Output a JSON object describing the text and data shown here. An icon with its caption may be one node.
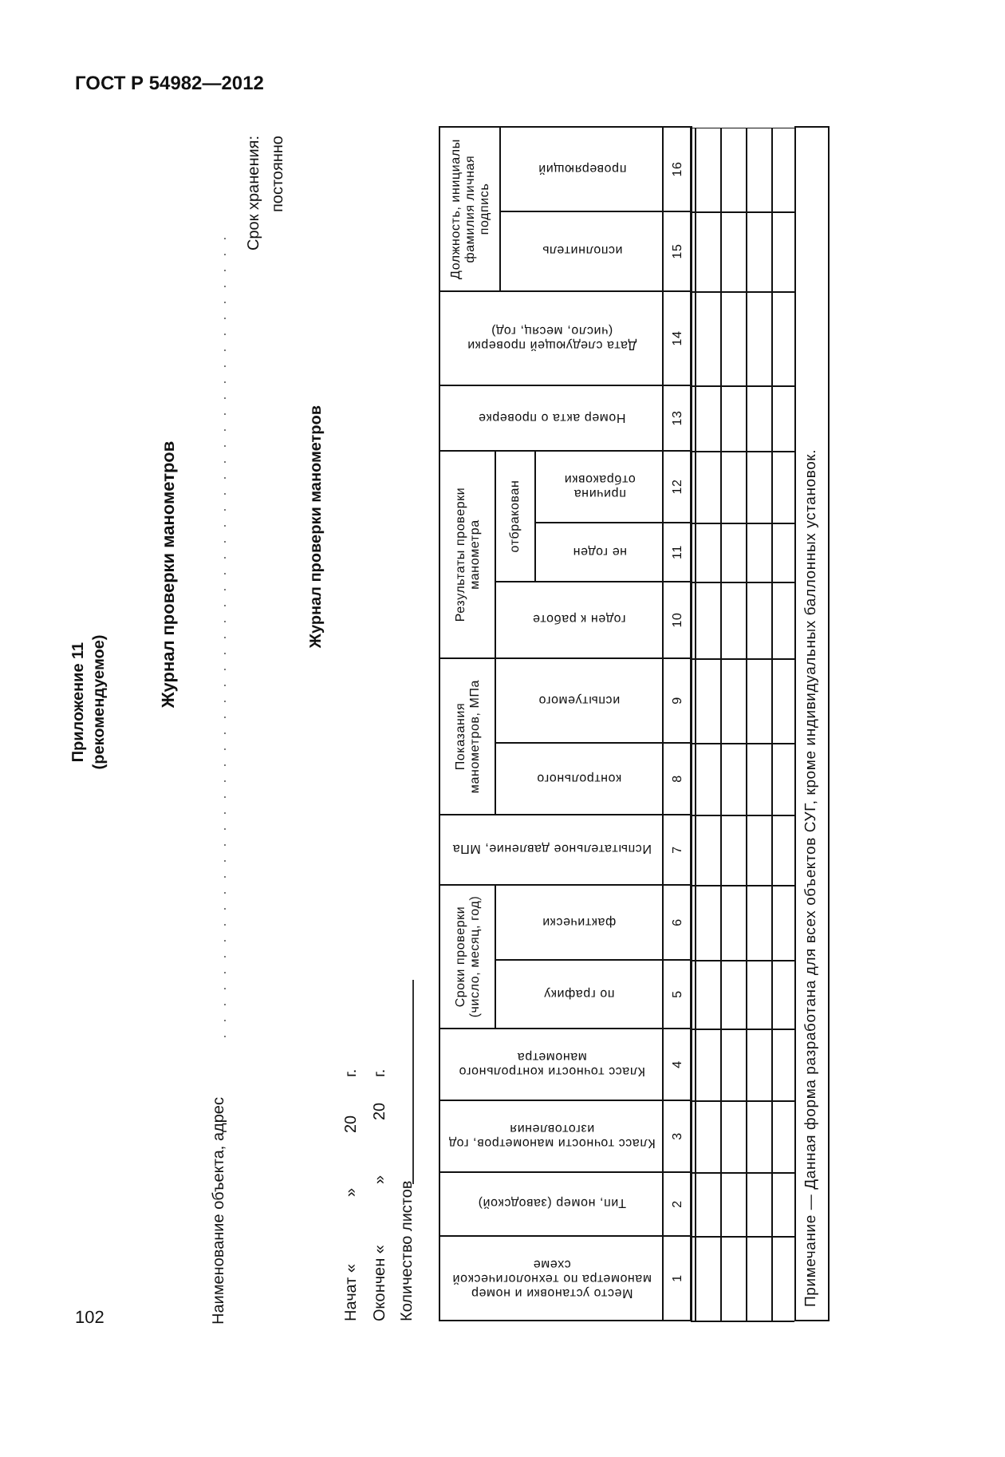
{
  "diagram": {
    "title": "Журнал проверки манометров",
    "labels": [
      "ГОСТ Р 54982—2012",
      "Приложение 11",
      "(рекомендуемое)",
      "Наименование объекта, адрес",
      "Срок хранения:",
      "постоянно",
      "Журнал проверки манометров",
      "Начат «",
      "»",
      "20",
      "г.",
      "Окончен «",
      "»",
      "20",
      "г.",
      "Количество листов",
      "Место установки и номер манометра по технологической схеме",
      "Тип, номер (заводской)",
      "Класс точности манометров, год изготовления",
      "Класс точности контрольного манометра",
      "Сроки проверки (число, месяц, год)",
      "по графику",
      "фактически",
      "Испытательное давление, МПа",
      "Показания манометров, МПа",
      "контрольного",
      "испытуемого",
      "Результаты проверки манометра",
      "годен к работе",
      "отбракован",
      "не годен",
      "причина отбраковки",
      "Номер акта о проверке",
      "Дата следующей проверки (число, месяц, год)",
      "Должность, инициалы фамилия личная подпись",
      "исполнитель",
      "проверяющий",
      "1",
      "2",
      "3",
      "4",
      "5",
      "6",
      "7",
      "8",
      "9",
      "10",
      "11",
      "12",
      "13",
      "14",
      "15",
      "16",
      "Примечание — Данная форма разработана для всех объектов СУГ, кроме индивидуальных баллонных установок.",
      "102"
    ]
  }
}
